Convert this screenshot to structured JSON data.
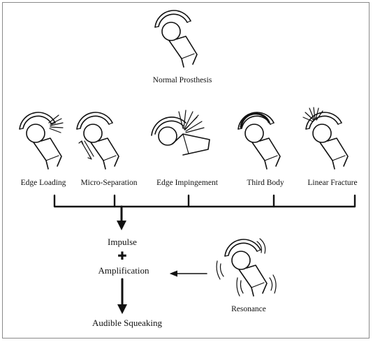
{
  "labels": {
    "normal": "Normal Prosthesis",
    "edge_loading": "Edge Loading",
    "micro_separation": "Micro-Separation",
    "edge_impingement": "Edge Impingement",
    "third_body": "Third Body",
    "linear_fracture": "Linear Fracture",
    "impulse": "Impulse",
    "amplification": "Amplification",
    "resonance": "Resonance",
    "audible_squeaking": "Audible Squeaking"
  },
  "plus_symbol": "✚",
  "icons": [
    "hip-prosthesis-icon",
    "impact-lines-icon",
    "double-arrow-icon",
    "debris-icon",
    "crack-icon",
    "vibration-waves-icon"
  ]
}
